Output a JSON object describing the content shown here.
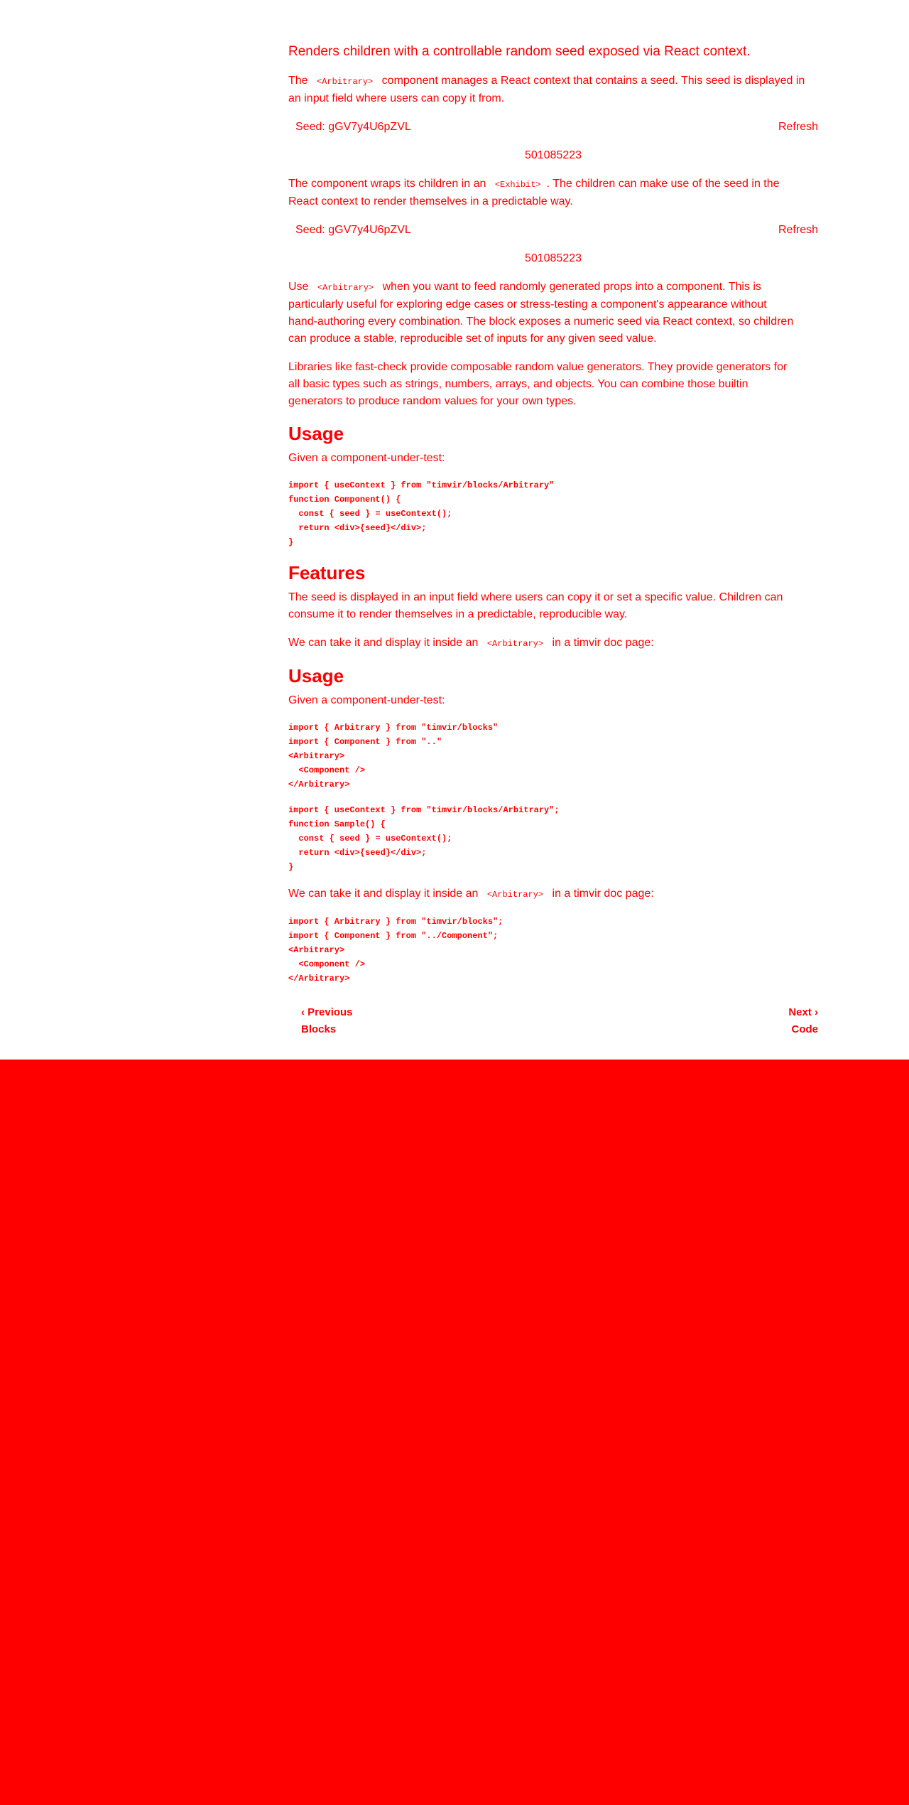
{
  "colors": {
    "text": "#ff0000",
    "background": "#ffffff",
    "lower_fill": "#ff0000"
  },
  "lead": "Renders children with a controllable random seed exposed via React context.",
  "intro": {
    "pre": "The ",
    "code": "<Arbitrary>",
    "post": " component manages a React context that contains a seed. This seed is displayed in",
    "line2": "an input field where users can copy it from."
  },
  "wraps": {
    "pre": "The component wraps its children in an ",
    "code": "<Exhibit>",
    "post": ". The children can make use of the seed in the",
    "line2": "React context to render themselves in a predictable way."
  },
  "seed_bars": [
    {
      "label": "Seed: gGV7y4U6pZVL",
      "refresh": "Refresh",
      "value": "501085223"
    },
    {
      "label": "Seed: gGV7y4U6pZVL",
      "refresh": "Refresh",
      "value": "501085223"
    }
  ],
  "use_para": {
    "pre": "Use ",
    "code": "<Arbitrary>",
    "post": " when you want to feed randomly generated props into a component. This is",
    "lines": [
      "particularly useful for exploring edge cases or stress-testing a component's appearance without",
      "hand-authoring every combination. The block exposes a numeric seed via React context, so children",
      "can produce a stable, reproducible set of inputs for any given seed value."
    ]
  },
  "libraries_para": [
    "Libraries like fast-check provide composable random value generators. They provide generators for",
    "all basic types such as strings, numbers, arrays, and objects. You can combine those builtin",
    "generators to produce random values for your own types."
  ],
  "headings": {
    "usage": "Usage",
    "features": "Features"
  },
  "given": "Given a component-under-test:",
  "features_para": [
    "The seed is displayed in an input field where users can copy it or set a specific value. Children can",
    "consume it to render themselves in a predictable, reproducible way."
  ],
  "doc_page": {
    "pre": "We can take it and display it inside an ",
    "code": "<Arbitrary>",
    "post": " in a timvir doc page:"
  },
  "code_component": [
    "import { useContext } from \"timvir/blocks/Arbitrary\"",
    "function Component() {",
    "  const { seed } = useContext();",
    "  return <div>{seed}</div>;",
    "}"
  ],
  "code_usage_short": [
    "import { Arbitrary } from \"timvir/blocks\"",
    "import { Component } from \"..\"",
    "<Arbitrary>",
    "  <Component />",
    "</Arbitrary>"
  ],
  "code_sample": [
    "import { useContext } from \"timvir/blocks/Arbitrary\";",
    "function Sample() {",
    "  const { seed } = useContext();",
    "  return <div>{seed}</div>;",
    "}"
  ],
  "code_usage_full": [
    "import { Arbitrary } from \"timvir/blocks\";",
    "import { Component } from \"../Component\";",
    "<Arbitrary>",
    "  <Component />",
    "</Arbitrary>"
  ],
  "pager": {
    "previous_label": "‹ Previous",
    "previous_title": "Blocks",
    "next_label": "Next ›",
    "next_title": "Code"
  }
}
